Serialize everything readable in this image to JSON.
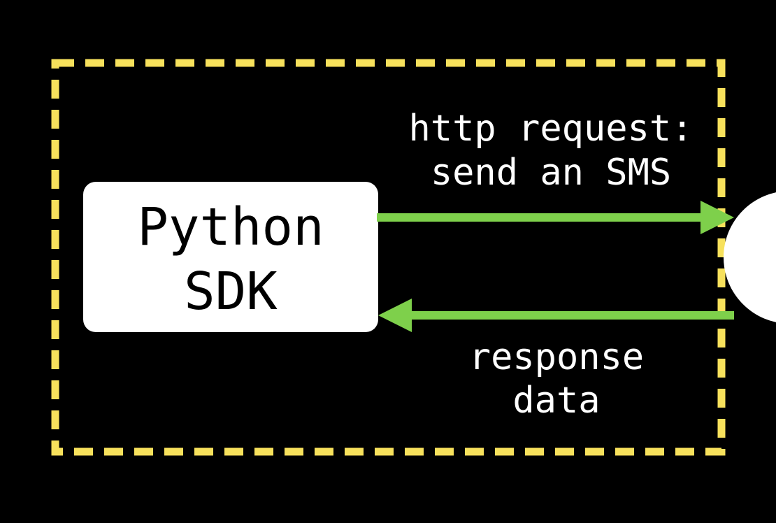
{
  "colors": {
    "background": "#000000",
    "boundary": "#F7E15C",
    "arrow": "#7ED04B",
    "box": "#FFFFFF",
    "box_text": "#000000",
    "label_text": "#FFFFFF"
  },
  "sdk_box": {
    "line1": "Python",
    "line2": "SDK"
  },
  "request_label": {
    "line1": "http request:",
    "line2": "send an SMS"
  },
  "response_label": {
    "line1": "response",
    "line2": "data"
  }
}
